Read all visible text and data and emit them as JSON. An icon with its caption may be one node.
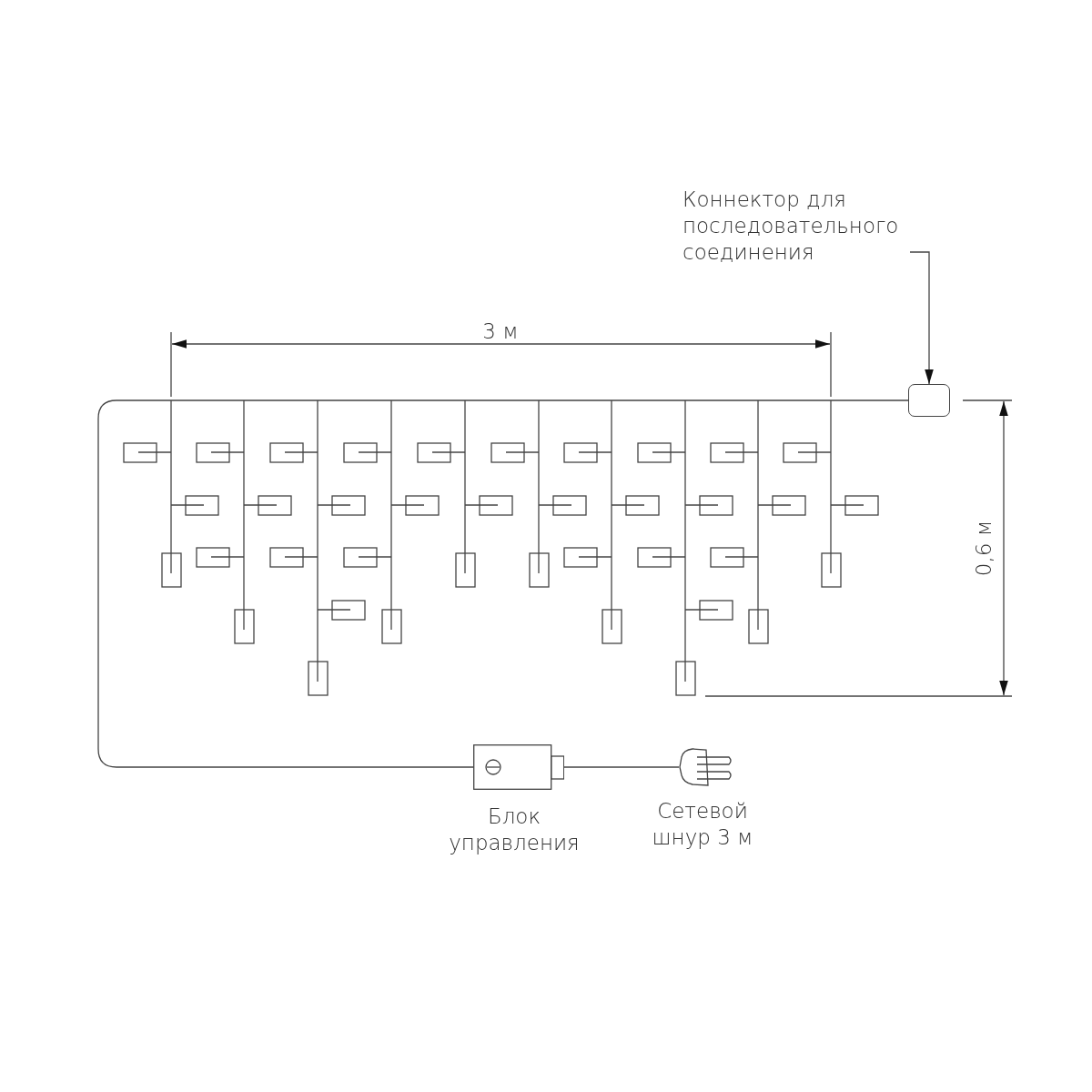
{
  "diagram": {
    "nodes": [
      {
        "text": [
          "Коннектор для последовательного соединения"
        ]
      },
      {
        "text": [],
        "shape": "box"
      },
      {
        "text": [],
        "shape": "box"
      },
      {
        "text": [],
        "shape": "picture"
      }
    ],
    "edges": [
      {
        "from": 0,
        "to": 1,
        "arrow": "to"
      },
      {
        "from": 2,
        "to": 3,
        "arrow": "none"
      },
      {
        "from": 1,
        "to": 2,
        "arrow": "none"
      }
    ],
    "labels": [
      "3 м",
      "0,6 м",
      "Блок управления",
      "Сетевой шнур 3 м"
    ]
  }
}
